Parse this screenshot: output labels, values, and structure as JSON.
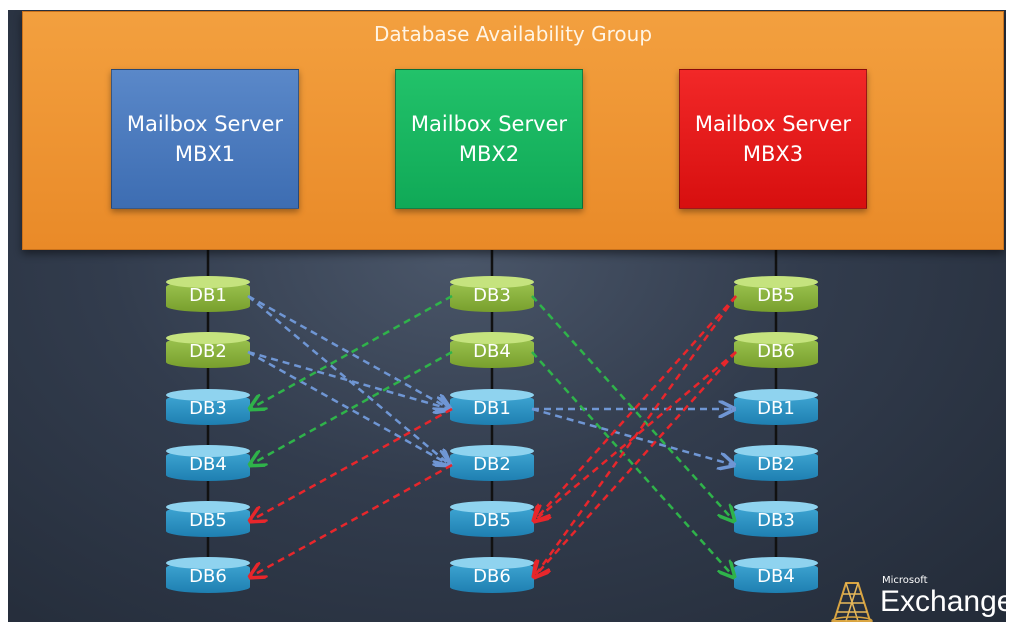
{
  "group_title": "Database Availability Group",
  "servers": [
    {
      "line1": "Mailbox Server",
      "line2": "MBX1",
      "color": "#4a7cc0"
    },
    {
      "line1": "Mailbox Server",
      "line2": "MBX2",
      "color": "#18b560"
    },
    {
      "line1": "Mailbox Server",
      "line2": "MBX3",
      "color": "#e81c1c"
    }
  ],
  "columns": [
    {
      "server": "MBX1",
      "databases": [
        {
          "name": "DB1",
          "role": "active"
        },
        {
          "name": "DB2",
          "role": "active"
        },
        {
          "name": "DB3",
          "role": "passive"
        },
        {
          "name": "DB4",
          "role": "passive"
        },
        {
          "name": "DB5",
          "role": "passive"
        },
        {
          "name": "DB6",
          "role": "passive"
        }
      ]
    },
    {
      "server": "MBX2",
      "databases": [
        {
          "name": "DB3",
          "role": "active"
        },
        {
          "name": "DB4",
          "role": "active"
        },
        {
          "name": "DB1",
          "role": "passive"
        },
        {
          "name": "DB2",
          "role": "passive"
        },
        {
          "name": "DB5",
          "role": "passive"
        },
        {
          "name": "DB6",
          "role": "passive"
        }
      ]
    },
    {
      "server": "MBX3",
      "databases": [
        {
          "name": "DB5",
          "role": "active"
        },
        {
          "name": "DB6",
          "role": "active"
        },
        {
          "name": "DB1",
          "role": "passive"
        },
        {
          "name": "DB2",
          "role": "passive"
        },
        {
          "name": "DB3",
          "role": "passive"
        },
        {
          "name": "DB4",
          "role": "passive"
        }
      ]
    }
  ],
  "replications": [
    {
      "from": [
        0,
        0
      ],
      "to": [
        1,
        2
      ],
      "color": "#6f96d4"
    },
    {
      "from": [
        0,
        0
      ],
      "to": [
        1,
        3
      ],
      "color": "#6f96d4"
    },
    {
      "from": [
        0,
        1
      ],
      "to": [
        1,
        2
      ],
      "color": "#6f96d4"
    },
    {
      "from": [
        0,
        1
      ],
      "to": [
        1,
        3
      ],
      "color": "#6f96d4"
    },
    {
      "from": [
        1,
        2
      ],
      "to": [
        2,
        2
      ],
      "color": "#6f96d4"
    },
    {
      "from": [
        1,
        2
      ],
      "to": [
        2,
        3
      ],
      "color": "#6f96d4"
    },
    {
      "from": [
        1,
        0
      ],
      "to": [
        0,
        2
      ],
      "color": "#2fb34a"
    },
    {
      "from": [
        1,
        1
      ],
      "to": [
        0,
        3
      ],
      "color": "#2fb34a"
    },
    {
      "from": [
        1,
        0
      ],
      "to": [
        2,
        4
      ],
      "color": "#2fb34a"
    },
    {
      "from": [
        1,
        1
      ],
      "to": [
        2,
        5
      ],
      "color": "#2fb34a"
    },
    {
      "from": [
        1,
        2
      ],
      "to": [
        0,
        4
      ],
      "color": "#e8262b"
    },
    {
      "from": [
        1,
        3
      ],
      "to": [
        0,
        5
      ],
      "color": "#e8262b"
    },
    {
      "from": [
        2,
        0
      ],
      "to": [
        1,
        4
      ],
      "color": "#e8262b"
    },
    {
      "from": [
        2,
        0
      ],
      "to": [
        1,
        5
      ],
      "color": "#e8262b"
    },
    {
      "from": [
        2,
        1
      ],
      "to": [
        1,
        5
      ],
      "color": "#e8262b"
    },
    {
      "from": [
        2,
        1
      ],
      "to": [
        1,
        4
      ],
      "color": "#e8262b"
    }
  ],
  "logo": {
    "brand": "Microsoft",
    "product": "Exchange"
  }
}
